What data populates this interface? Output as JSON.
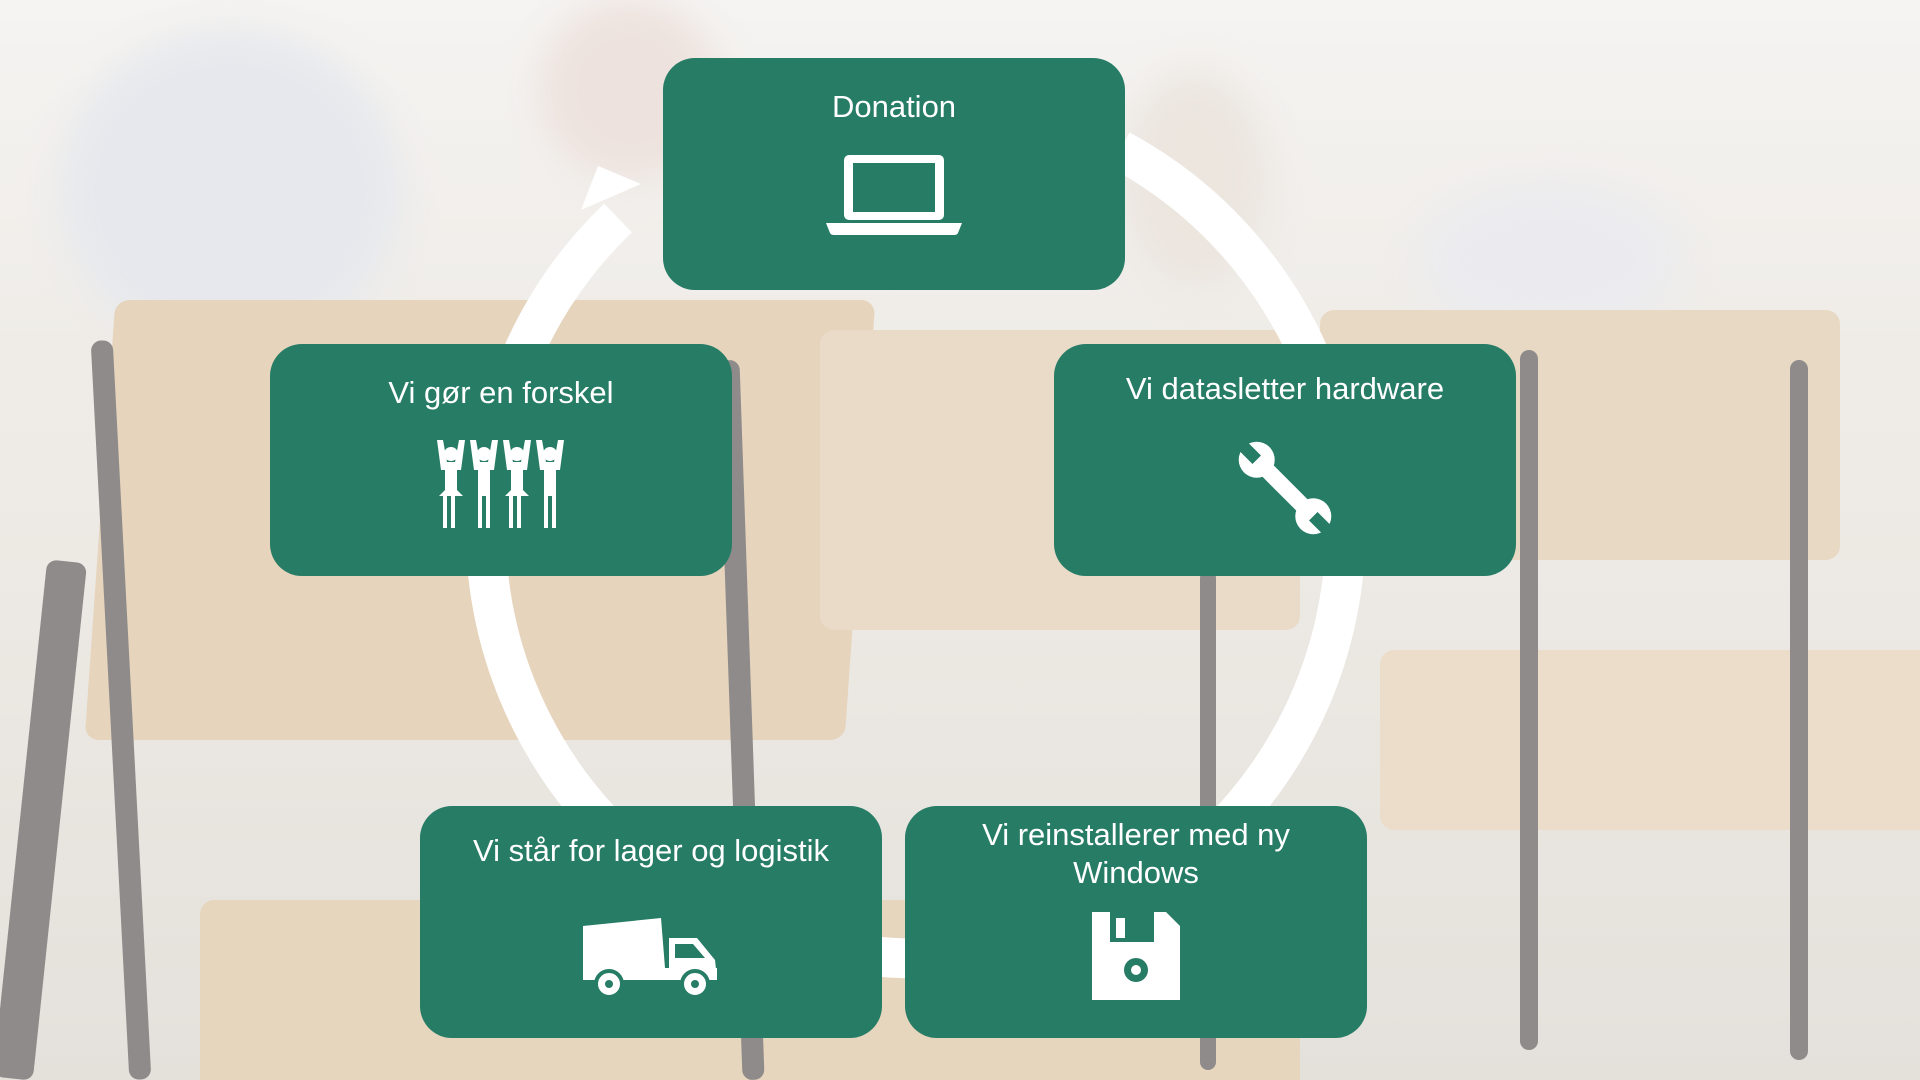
{
  "steps": [
    {
      "label": "Donation",
      "icon": "laptop-icon"
    },
    {
      "label": "Vi datasletter hardware",
      "icon": "wrench-icon"
    },
    {
      "label": "Vi reinstallerer med ny Windows",
      "icon": "floppy-disk-icon"
    },
    {
      "label": "Vi står for lager og logistik",
      "icon": "truck-icon"
    },
    {
      "label": "Vi gør en forskel",
      "icon": "people-group-icon"
    }
  ],
  "colors": {
    "box": "#277c66",
    "text": "#ffffff",
    "cycle_arrow": "#ffffff"
  }
}
